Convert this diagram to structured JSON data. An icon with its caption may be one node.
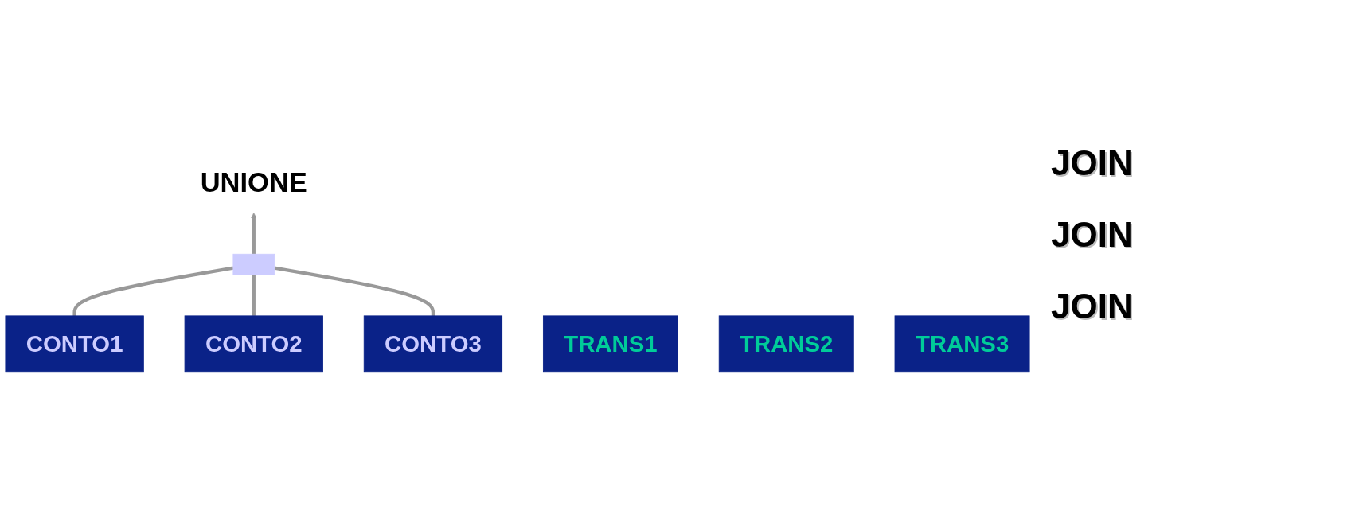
{
  "diagram": {
    "nodes": [
      {
        "text": [
          "UNIONE"
        ]
      },
      {
        "text": [],
        "shape": "bar"
      },
      {
        "text": [
          "CONTO1"
        ]
      },
      {
        "text": [
          "CONTO2"
        ]
      },
      {
        "text": [
          "CONTO3"
        ]
      },
      {
        "text": [
          "TRANS1"
        ]
      },
      {
        "text": [
          "TRANS2"
        ]
      },
      {
        "text": [
          "TRANS3"
        ]
      }
    ],
    "edges": [
      {
        "from": 2,
        "to": 1,
        "arrow": "none"
      },
      {
        "from": 3,
        "to": 1,
        "arrow": "none"
      },
      {
        "from": 4,
        "to": 1,
        "arrow": "none"
      },
      {
        "from": 1,
        "to": 0,
        "arrow": "to"
      }
    ],
    "labels": [
      "JOIN",
      "JOIN",
      "JOIN"
    ]
  }
}
